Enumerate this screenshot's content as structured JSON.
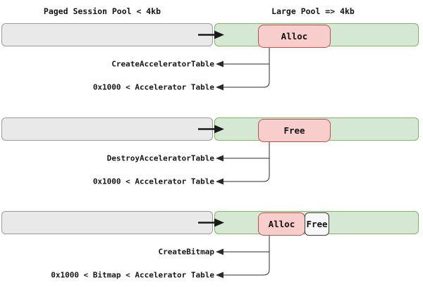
{
  "titles": {
    "left_pool": "Paged Session Pool < 4kb",
    "right_pool": "Large Pool => 4kb"
  },
  "rows": [
    {
      "box_main": "Alloc",
      "call": "CreateAcceleratorTable",
      "size_note": "0x1000 < Accelerator Table"
    },
    {
      "box_main": "Free",
      "call": "DestroyAcceleratorTable",
      "size_note": "0x1000 < Accelerator Table"
    },
    {
      "box_main": "Alloc",
      "box_secondary": "Free",
      "call": "CreateBitmap",
      "size_note": "0x1000 < Bitmap < Accelerator Table"
    }
  ],
  "colors": {
    "paged_pool_fill": "#e9e9e9",
    "paged_pool_border": "#9b9b9b",
    "large_pool_fill": "#d5e8d4",
    "large_pool_border": "#82b366",
    "alloc_fill": "#f8cecc",
    "alloc_border": "#b85450",
    "free_chunk_fill": "#f7f7f7",
    "free_chunk_border": "#3d3d3d",
    "line_color": "#2b2b2b",
    "text_color": "#141414",
    "background": "#ffffff"
  }
}
